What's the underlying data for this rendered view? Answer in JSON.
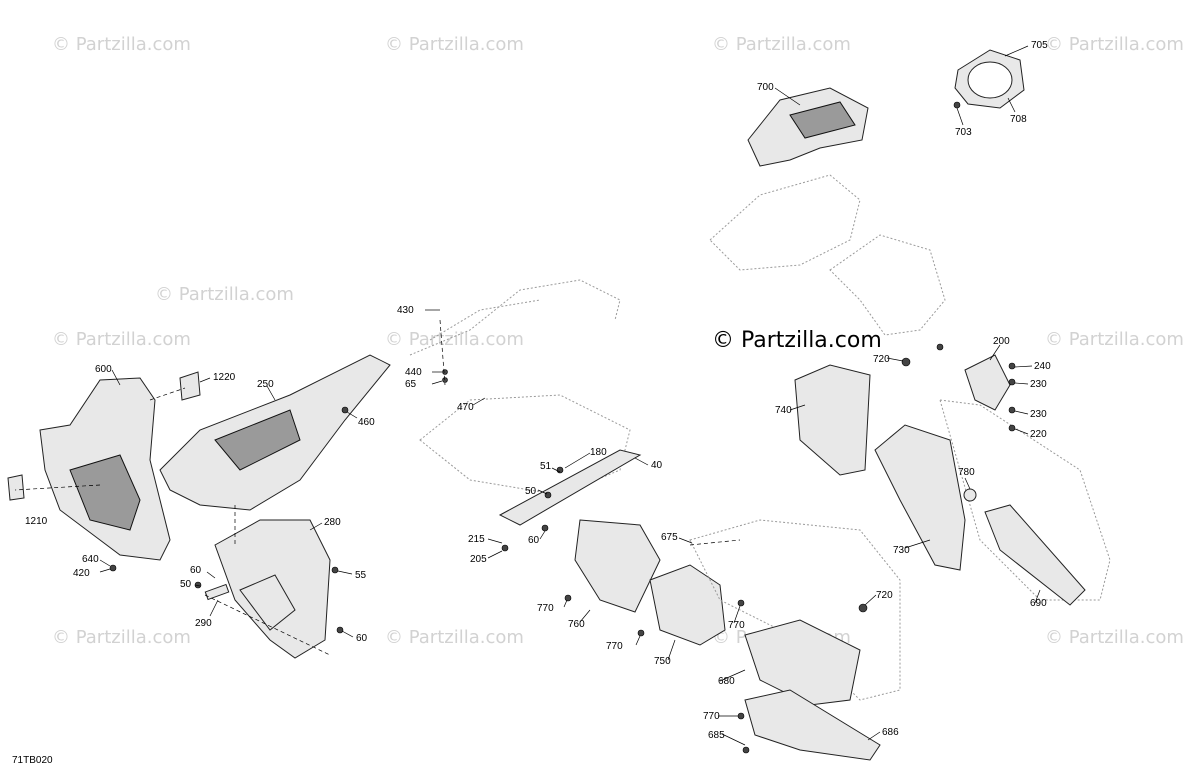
{
  "diagram_code": "71TB020",
  "watermark_text": "© Partzilla.com",
  "watermarks": [
    {
      "text": "© Partzilla.com"
    },
    {
      "text": "© Partzilla.com"
    },
    {
      "text": "© Partzilla.com"
    },
    {
      "text": "© Partzilla.com"
    },
    {
      "text": "© Partzilla.com"
    },
    {
      "text": "© Partzilla.com"
    },
    {
      "text": "© Partzilla.com"
    },
    {
      "text": "© Partzilla.com"
    },
    {
      "text": "© Partzilla.com"
    },
    {
      "text": "© Partzilla.com"
    },
    {
      "text": "© Partzilla.com"
    },
    {
      "text": "© Partzilla.com"
    }
  ],
  "center_watermark": "© Partzilla.com",
  "callouts": [
    "700",
    "705",
    "703",
    "708",
    "600",
    "1220",
    "250",
    "460",
    "430",
    "440",
    "65",
    "470",
    "1210",
    "640",
    "420",
    "60",
    "50",
    "290",
    "280",
    "55",
    "60",
    "180",
    "40",
    "51",
    "50",
    "215",
    "205",
    "60",
    "675",
    "770",
    "760",
    "770",
    "750",
    "770",
    "680",
    "770",
    "685",
    "686",
    "720",
    "740",
    "200",
    "240",
    "230",
    "230",
    "220",
    "780",
    "730",
    "690",
    "720"
  ]
}
